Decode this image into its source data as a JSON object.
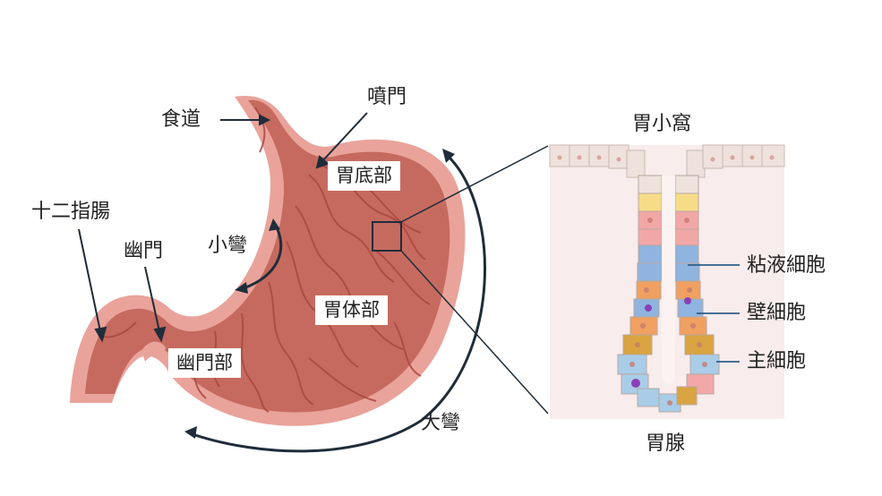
{
  "labels": {
    "esophagus": "食道",
    "cardia": "噴門",
    "duodenum": "十二指腸",
    "pylorus": "幽門",
    "lesser_curvature": "小彎",
    "greater_curvature": "大彎",
    "fundus": "胃底部",
    "body": "胃体部",
    "pyloric_part": "幽門部",
    "gastric_pit": "胃小窩",
    "gastric_gland": "胃腺",
    "mucous_cell": "粘液細胞",
    "parietal_cell": "壁細胞",
    "chief_cell": "主細胞"
  },
  "colors": {
    "stomach_outer": "#e9a39b",
    "stomach_inner": "#c66a5f",
    "fold": "#a9483f",
    "line": "#1f2d3a",
    "tissue_bg": "#f8ecec",
    "cell_surface": "#efe2dc",
    "cell_yellow": "#f7dc88",
    "cell_pink": "#f2a7a7",
    "cell_blue": "#8fb4e0",
    "cell_orange": "#f0a060",
    "cell_gold": "#d9a441",
    "cell_lightblue": "#a9cde8"
  }
}
